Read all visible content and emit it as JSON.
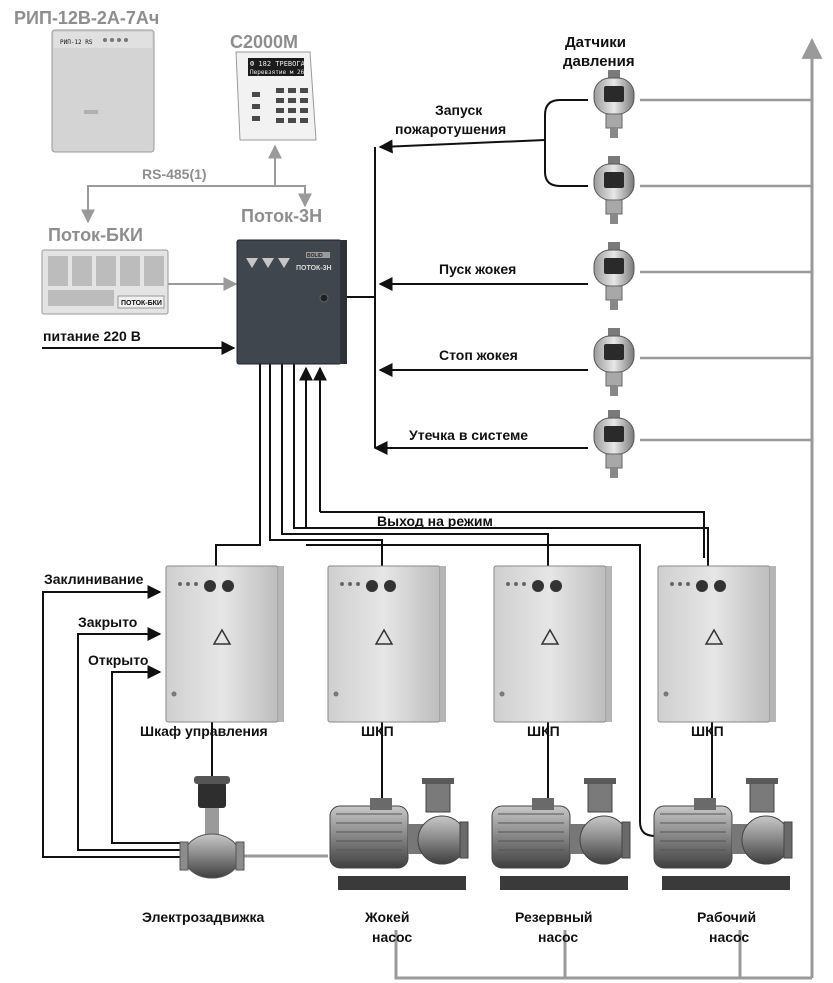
{
  "devices": {
    "rip": "РИП-12В-2А-7Ач",
    "rip_panel_text": "РИП-12 RS",
    "s2000m": "С2000М",
    "s2000m_display_line1": "Ф 182 ТРЕВОГА",
    "s2000m_display_line2": "Перевзятие м 26",
    "potok_bki": "Поток-БКИ",
    "potok_bki_panel_text": "ПОТОК-БКИ",
    "potok_3n": "Поток-3Н",
    "potok_3n_panel_text": "ПОТОК-3Н",
    "bolid": "BOLID"
  },
  "interfaces": {
    "rs485": "RS-485(1)",
    "power": "питание 220 В"
  },
  "sensors": {
    "title_line1": "Датчики",
    "title_line2": "давления",
    "launch_line1": "Запуск",
    "launch_line2": "пожаротушения",
    "jockey_start": "Пуск жокея",
    "jockey_stop": "Стоп жокея",
    "leak": "Утечка в системе"
  },
  "signals": {
    "output_mode": "Выход на режим",
    "jammed": "Заклинивание",
    "closed": "Закрыто",
    "opened": "Открыто"
  },
  "cabinets": {
    "control": "Шкаф управления",
    "shkp1": "ШКП",
    "shkp2": "ШКП",
    "shkp3": "ШКП"
  },
  "equipment": {
    "valve": "Электрозадвижка",
    "jockey_line1": "Жокей",
    "jockey_line2": "насос",
    "reserve_line1": "Резервный",
    "reserve_line2": "насос",
    "main_line1": "Рабочий",
    "main_line2": "насос"
  },
  "colors": {
    "line": "#111111",
    "gray_line": "#9a9a9a",
    "cabinet": "#d9d9d9",
    "potok_box": "#3f464d"
  }
}
